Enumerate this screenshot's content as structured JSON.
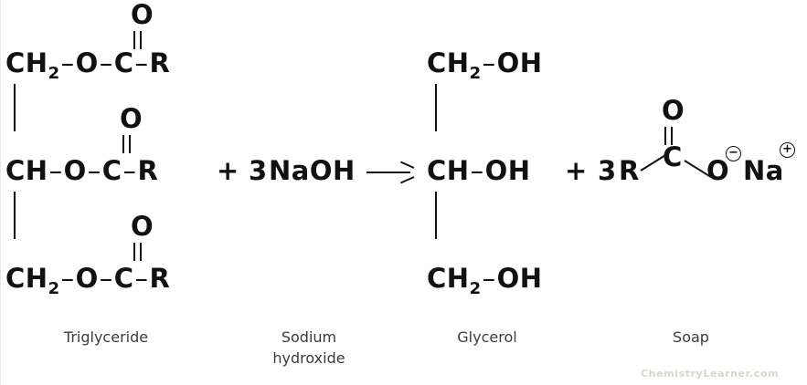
{
  "diagram": {
    "title": "Saponification reaction of a triglyceride with sodium hydroxide",
    "type": "chemical-reaction-scheme",
    "background_color": "#ffffff",
    "ink_color": "#111111",
    "caption_color": "#3b3b3b"
  },
  "reactants": {
    "triglyceride": {
      "name": "Triglyceride",
      "rows": [
        {
          "chain": "CH",
          "subscript": "2",
          "dash1": "–",
          "ester_o": "O",
          "dash2": "–",
          "carbonyl_c": "C",
          "dash3": "–",
          "r_group": "R",
          "carbonyl_o": "O"
        },
        {
          "chain": "CH",
          "subscript": "",
          "dash1": "–",
          "ester_o": "O",
          "dash2": "–",
          "carbonyl_c": "C",
          "dash3": "–",
          "r_group": "R",
          "carbonyl_o": "O"
        },
        {
          "chain": "CH",
          "subscript": "2",
          "dash1": "–",
          "ester_o": "O",
          "dash2": "–",
          "carbonyl_c": "C",
          "dash3": "–",
          "r_group": "R",
          "carbonyl_o": "O"
        }
      ]
    },
    "sodium_hydroxide": {
      "name": "Sodium\nhydroxide",
      "plus": "+",
      "coefficient": "3",
      "formula": "NaOH"
    }
  },
  "arrow": {
    "symbol": "→",
    "direction": "right"
  },
  "products": {
    "glycerol": {
      "name": "Glycerol",
      "rows": [
        {
          "chain": "CH",
          "subscript": "2",
          "dash": "–",
          "hydroxyl": "OH"
        },
        {
          "chain": "CH",
          "subscript": "",
          "dash": "–",
          "hydroxyl": "OH"
        },
        {
          "chain": "CH",
          "subscript": "2",
          "dash": "–",
          "hydroxyl": "OH"
        }
      ]
    },
    "soap": {
      "name": "Soap",
      "plus": "+",
      "coefficient": "3",
      "r_group": "R",
      "carbonyl_c": "C",
      "carbonyl_o": "O",
      "anionic_o": "O",
      "negative_charge": "−",
      "cation": "Na",
      "positive_charge": "+"
    }
  },
  "watermark": {
    "text": "ChemistryLearner.com",
    "color": "#d8d5c9"
  }
}
